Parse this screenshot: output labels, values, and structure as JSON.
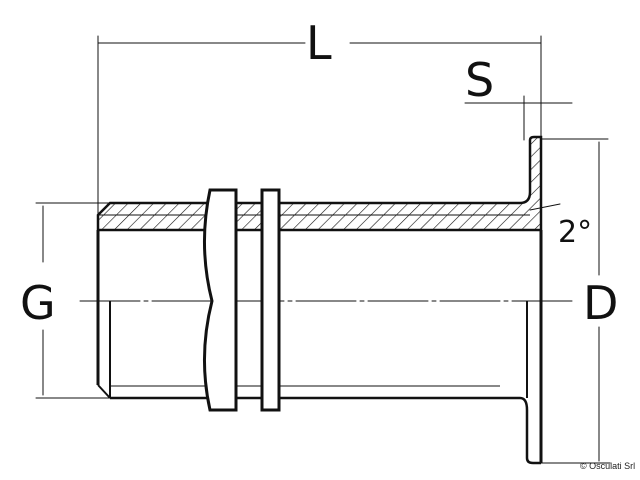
{
  "diagram": {
    "type": "technical-drawing",
    "subject": "through-hull fitting cross-section",
    "dimensions": {
      "length_label": "L",
      "flange_thickness_label": "S",
      "thread_label": "G",
      "flange_diameter_label": "D",
      "angle_label": "2°"
    },
    "copyright": "© Osculati Srl",
    "colors": {
      "line": "#111111",
      "background": "#ffffff"
    }
  }
}
